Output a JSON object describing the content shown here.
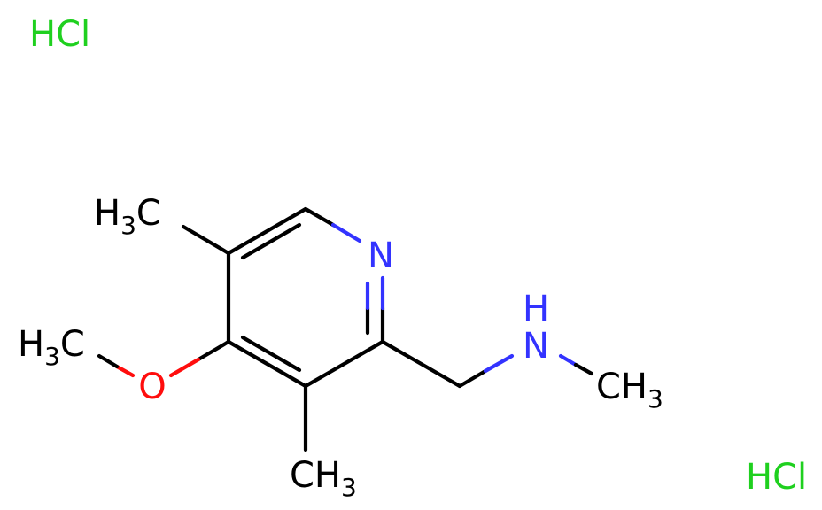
{
  "molecule": {
    "atoms": {
      "n_ring": {
        "text": "N",
        "color": "#3333ff"
      },
      "n_amine": {
        "h": "H",
        "n": "N",
        "color": "#3333ff"
      },
      "o_methoxy": {
        "text": "O",
        "color": "#ff0d0d"
      },
      "methyl_top": {
        "main": "H",
        "sub": "3",
        "tail": "C",
        "color": "#000000"
      },
      "methyl_methoxy": {
        "main": "H",
        "sub": "3",
        "tail": "C",
        "color": "#000000"
      },
      "methyl_bottom": {
        "main": "CH",
        "sub": "3",
        "color": "#000000"
      },
      "methyl_amine": {
        "main": "CH",
        "sub": "3",
        "color": "#000000"
      }
    },
    "salts": [
      {
        "text": "HCl",
        "color": "#1fd01f"
      },
      {
        "text": "HCl",
        "color": "#1fd01f"
      }
    ]
  }
}
